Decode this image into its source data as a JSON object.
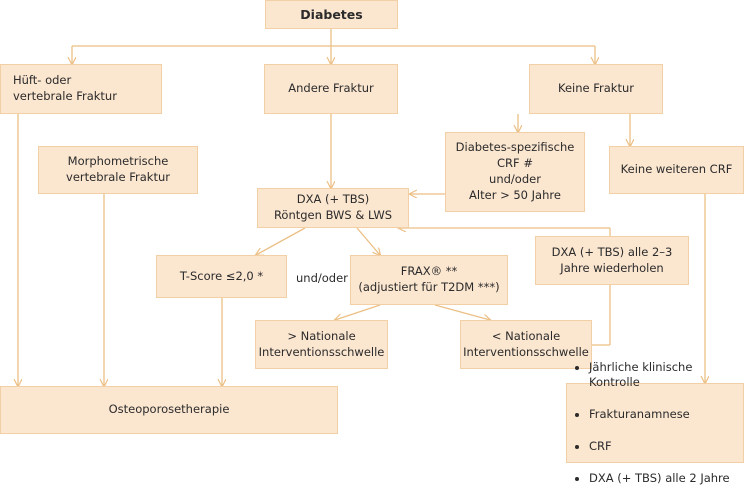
{
  "nodes": {
    "diabetes": "Diabetes",
    "huft": "Hüft- oder\nvertebrale Fraktur",
    "andere": "Andere Fraktur",
    "keine": "Keine Fraktur",
    "morpho": "Morphometrische\nvertebrale Fraktur",
    "diab_spez": "Diabetes-spezifische\nCRF #\nund/oder\nAlter > 50 Jahre",
    "keine_crf": "Keine weiteren CRF",
    "dxa": "DXA (+ TBS)\nRöntgen BWS & LWS",
    "tscore": "T-Score ≤2,0 *",
    "undoder": "und/oder",
    "frax": "FRAX® **\n(adjustiert für T2DM ***)",
    "dxa_repeat": "DXA (+ TBS) alle 2–3\nJahre wiederholen",
    "gt_nat": "> Nationale\nInterventionsschwelle",
    "lt_nat": "< Nationale\nInterventionsschwelle",
    "osteo": "Osteoporosetherapie",
    "followup": [
      "Jährliche klinische Kontrolle",
      "Frakturanamnese",
      "CRF",
      "DXA (+ TBS) alle 2 Jahre"
    ]
  },
  "colors": {
    "box_fill": "#fbe6d0",
    "line": "#ecbf85"
  }
}
